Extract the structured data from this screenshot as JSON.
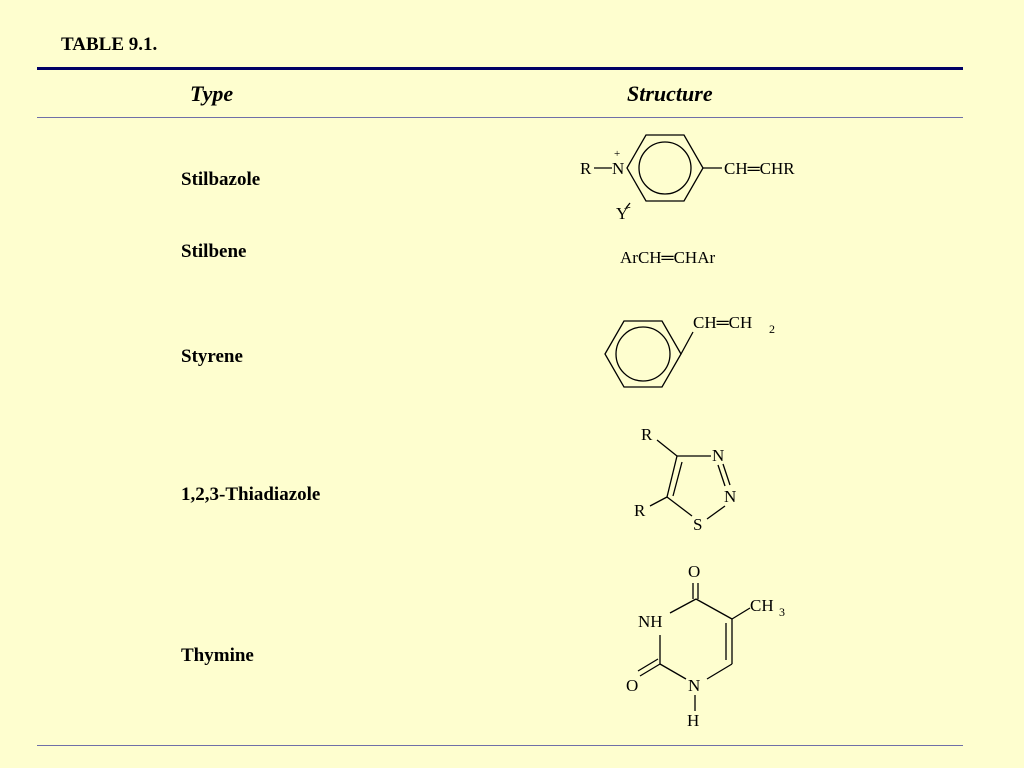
{
  "table": {
    "title": "TABLE 9.1.",
    "headers": {
      "type": "Type",
      "structure": "Structure"
    },
    "rows": [
      {
        "type": "Stilbazole",
        "structure": {
          "r": "R",
          "n": "N",
          "plus": "+",
          "y": "Y",
          "minus": "-",
          "chain": "CH═CHR"
        }
      },
      {
        "type": "Stilbene",
        "structure": {
          "formula": "ArCH═CHAr"
        }
      },
      {
        "type": "Styrene",
        "structure": {
          "ch": "CH═CH",
          "sub": "2"
        }
      },
      {
        "type": "1,2,3-Thiadiazole",
        "structure": {
          "r_top": "R",
          "r_left": "R",
          "n1": "N",
          "n2": "N",
          "s": "S"
        }
      },
      {
        "type": "Thymine",
        "structure": {
          "o_top": "O",
          "ch3": "CH",
          "ch3_sub": "3",
          "nh": "NH",
          "o_left": "O",
          "n": "N",
          "h": "H"
        }
      }
    ]
  }
}
